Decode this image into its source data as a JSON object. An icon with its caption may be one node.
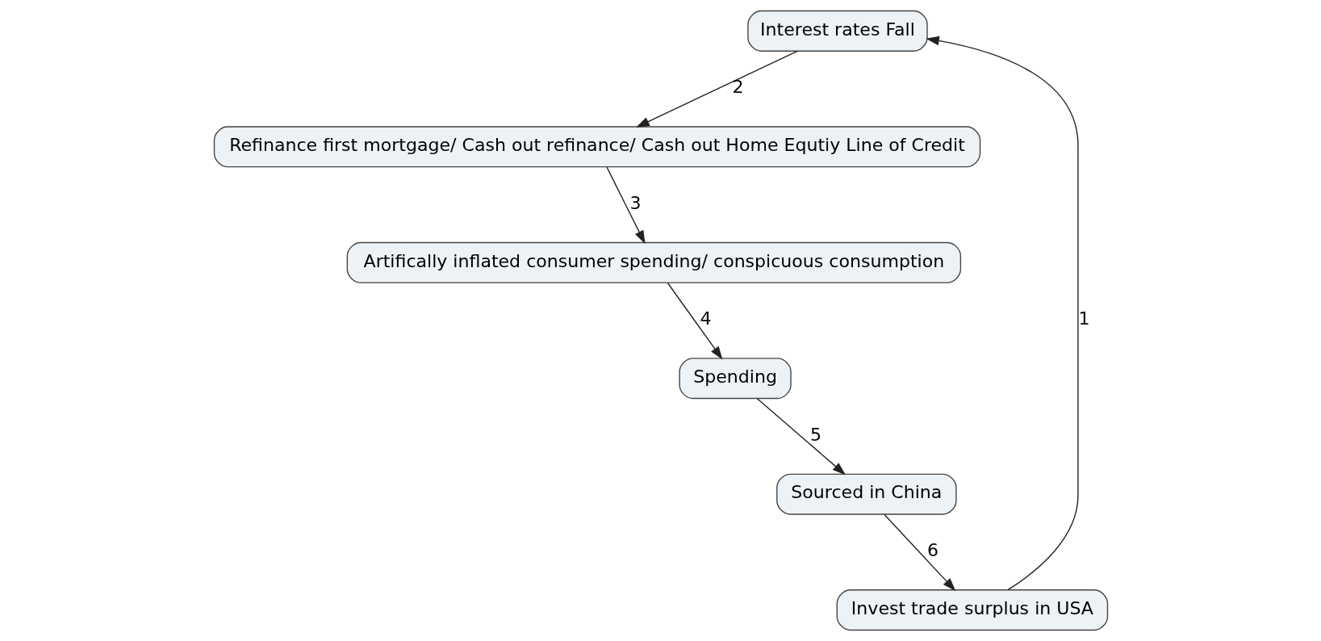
{
  "diagram": {
    "nodes": [
      {
        "text": [
          "Interest rates Fall"
        ]
      },
      {
        "text": [
          "Invest trade surplus in USA"
        ]
      },
      {
        "text": [
          "Refinance first mortgage/ Cash out refinance/ Cash out Home Equtiy Line of Credit"
        ]
      },
      {
        "text": [
          "Artifically inflated consumer spending/ conspicuous consumption"
        ]
      },
      {
        "text": [
          "Sourced in China"
        ]
      },
      {
        "text": [
          "Spending"
        ]
      }
    ],
    "edges": [
      {
        "from": 1,
        "to": 0,
        "arrow": "to",
        "label": "1"
      },
      {
        "from": 0,
        "to": 2,
        "arrow": "to",
        "label": "2"
      },
      {
        "from": 2,
        "to": 3,
        "arrow": "to",
        "label": "3"
      },
      {
        "from": 3,
        "to": 5,
        "arrow": "to",
        "label": "4"
      },
      {
        "from": 5,
        "to": 4,
        "arrow": "to",
        "label": "5"
      },
      {
        "from": 4,
        "to": 1,
        "arrow": "to",
        "label": "6"
      }
    ]
  }
}
